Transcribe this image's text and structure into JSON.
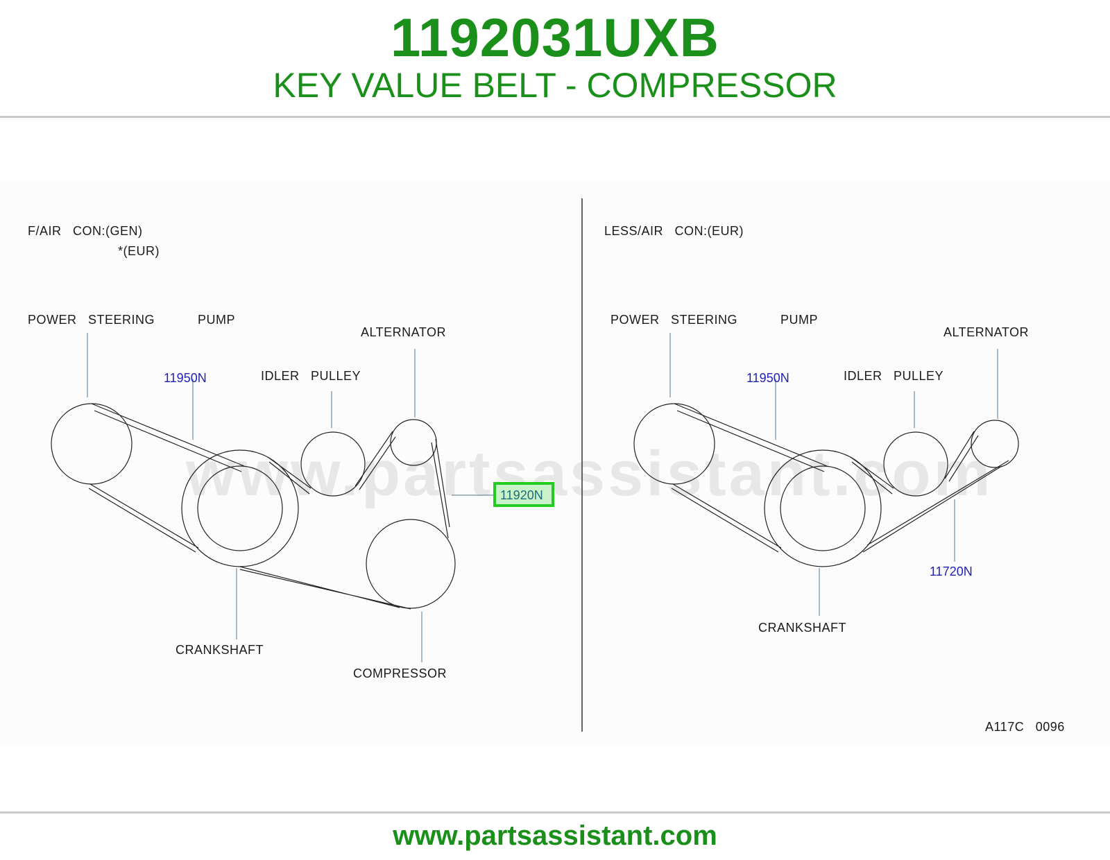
{
  "header": {
    "part_number": "1192031UXB",
    "description": "KEY VALUE BELT - COMPRESSOR"
  },
  "watermark": "www.partsassistant.com",
  "left_panel": {
    "heading_line1": "F/AIR   CON:(GEN)",
    "heading_line2": "*(EUR)",
    "labels": {
      "power_steering": "POWER   STEERING",
      "pump": "PUMP",
      "alternator": "ALTERNATOR",
      "idler_pulley": "IDLER   PULLEY",
      "crankshaft": "CRANKSHAFT",
      "compressor": "COMPRESSOR"
    },
    "part_refs": {
      "belt_ps": "11950N",
      "belt_compressor": "11920N"
    }
  },
  "right_panel": {
    "heading": "LESS/AIR   CON:(EUR)",
    "labels": {
      "power_steering": "POWER   STEERING",
      "pump": "PUMP",
      "alternator": "ALTERNATOR",
      "idler_pulley": "IDLER   PULLEY",
      "crankshaft": "CRANKSHAFT"
    },
    "part_refs": {
      "belt_ps": "11950N",
      "belt_alternator": "11720N"
    }
  },
  "figure_code": "A117C   0096",
  "footer": {
    "url": "www.partsassistant.com"
  },
  "colors": {
    "brand_green": "#1a8f1a",
    "part_ref_blue": "#1f1fb4",
    "highlight_green": "#22cc22"
  }
}
